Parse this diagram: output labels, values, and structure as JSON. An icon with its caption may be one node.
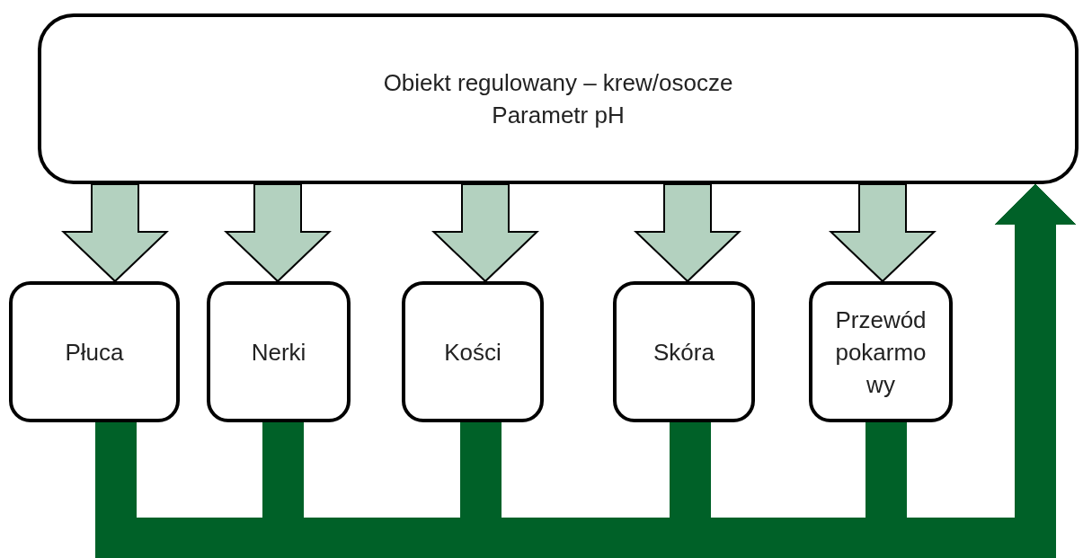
{
  "diagram": {
    "nodes": [
      {
        "text": [
          "Obiekt regulowany – krew/osocze",
          "Parametr pH"
        ]
      },
      {
        "text": [
          "Płuca"
        ]
      },
      {
        "text": [
          "Nerki"
        ]
      },
      {
        "text": [
          "Kości"
        ]
      },
      {
        "text": [
          "Skóra"
        ]
      },
      {
        "text": [
          "Przewód pokarmowy"
        ]
      }
    ],
    "edges": [
      {
        "from": 0,
        "to": 1,
        "arrow": "to",
        "style": "thick",
        "color": "#b3d1bf"
      },
      {
        "from": 0,
        "to": 2,
        "arrow": "to",
        "style": "thick",
        "color": "#b3d1bf"
      },
      {
        "from": 0,
        "to": 3,
        "arrow": "to",
        "style": "thick",
        "color": "#b3d1bf"
      },
      {
        "from": 0,
        "to": 4,
        "arrow": "to",
        "style": "thick",
        "color": "#b3d1bf"
      },
      {
        "from": 0,
        "to": 5,
        "arrow": "to",
        "style": "thick",
        "color": "#b3d1bf"
      },
      {
        "from": 1,
        "to": 0,
        "arrow": "to",
        "color": "#006128"
      },
      {
        "from": 2,
        "to": 0,
        "arrow": "to",
        "color": "#006128"
      },
      {
        "from": 3,
        "to": 0,
        "arrow": "to",
        "color": "#006128"
      },
      {
        "from": 4,
        "to": 0,
        "arrow": "to",
        "color": "#006128"
      },
      {
        "from": 5,
        "to": 0,
        "arrow": "to",
        "color": "#006128"
      }
    ]
  }
}
